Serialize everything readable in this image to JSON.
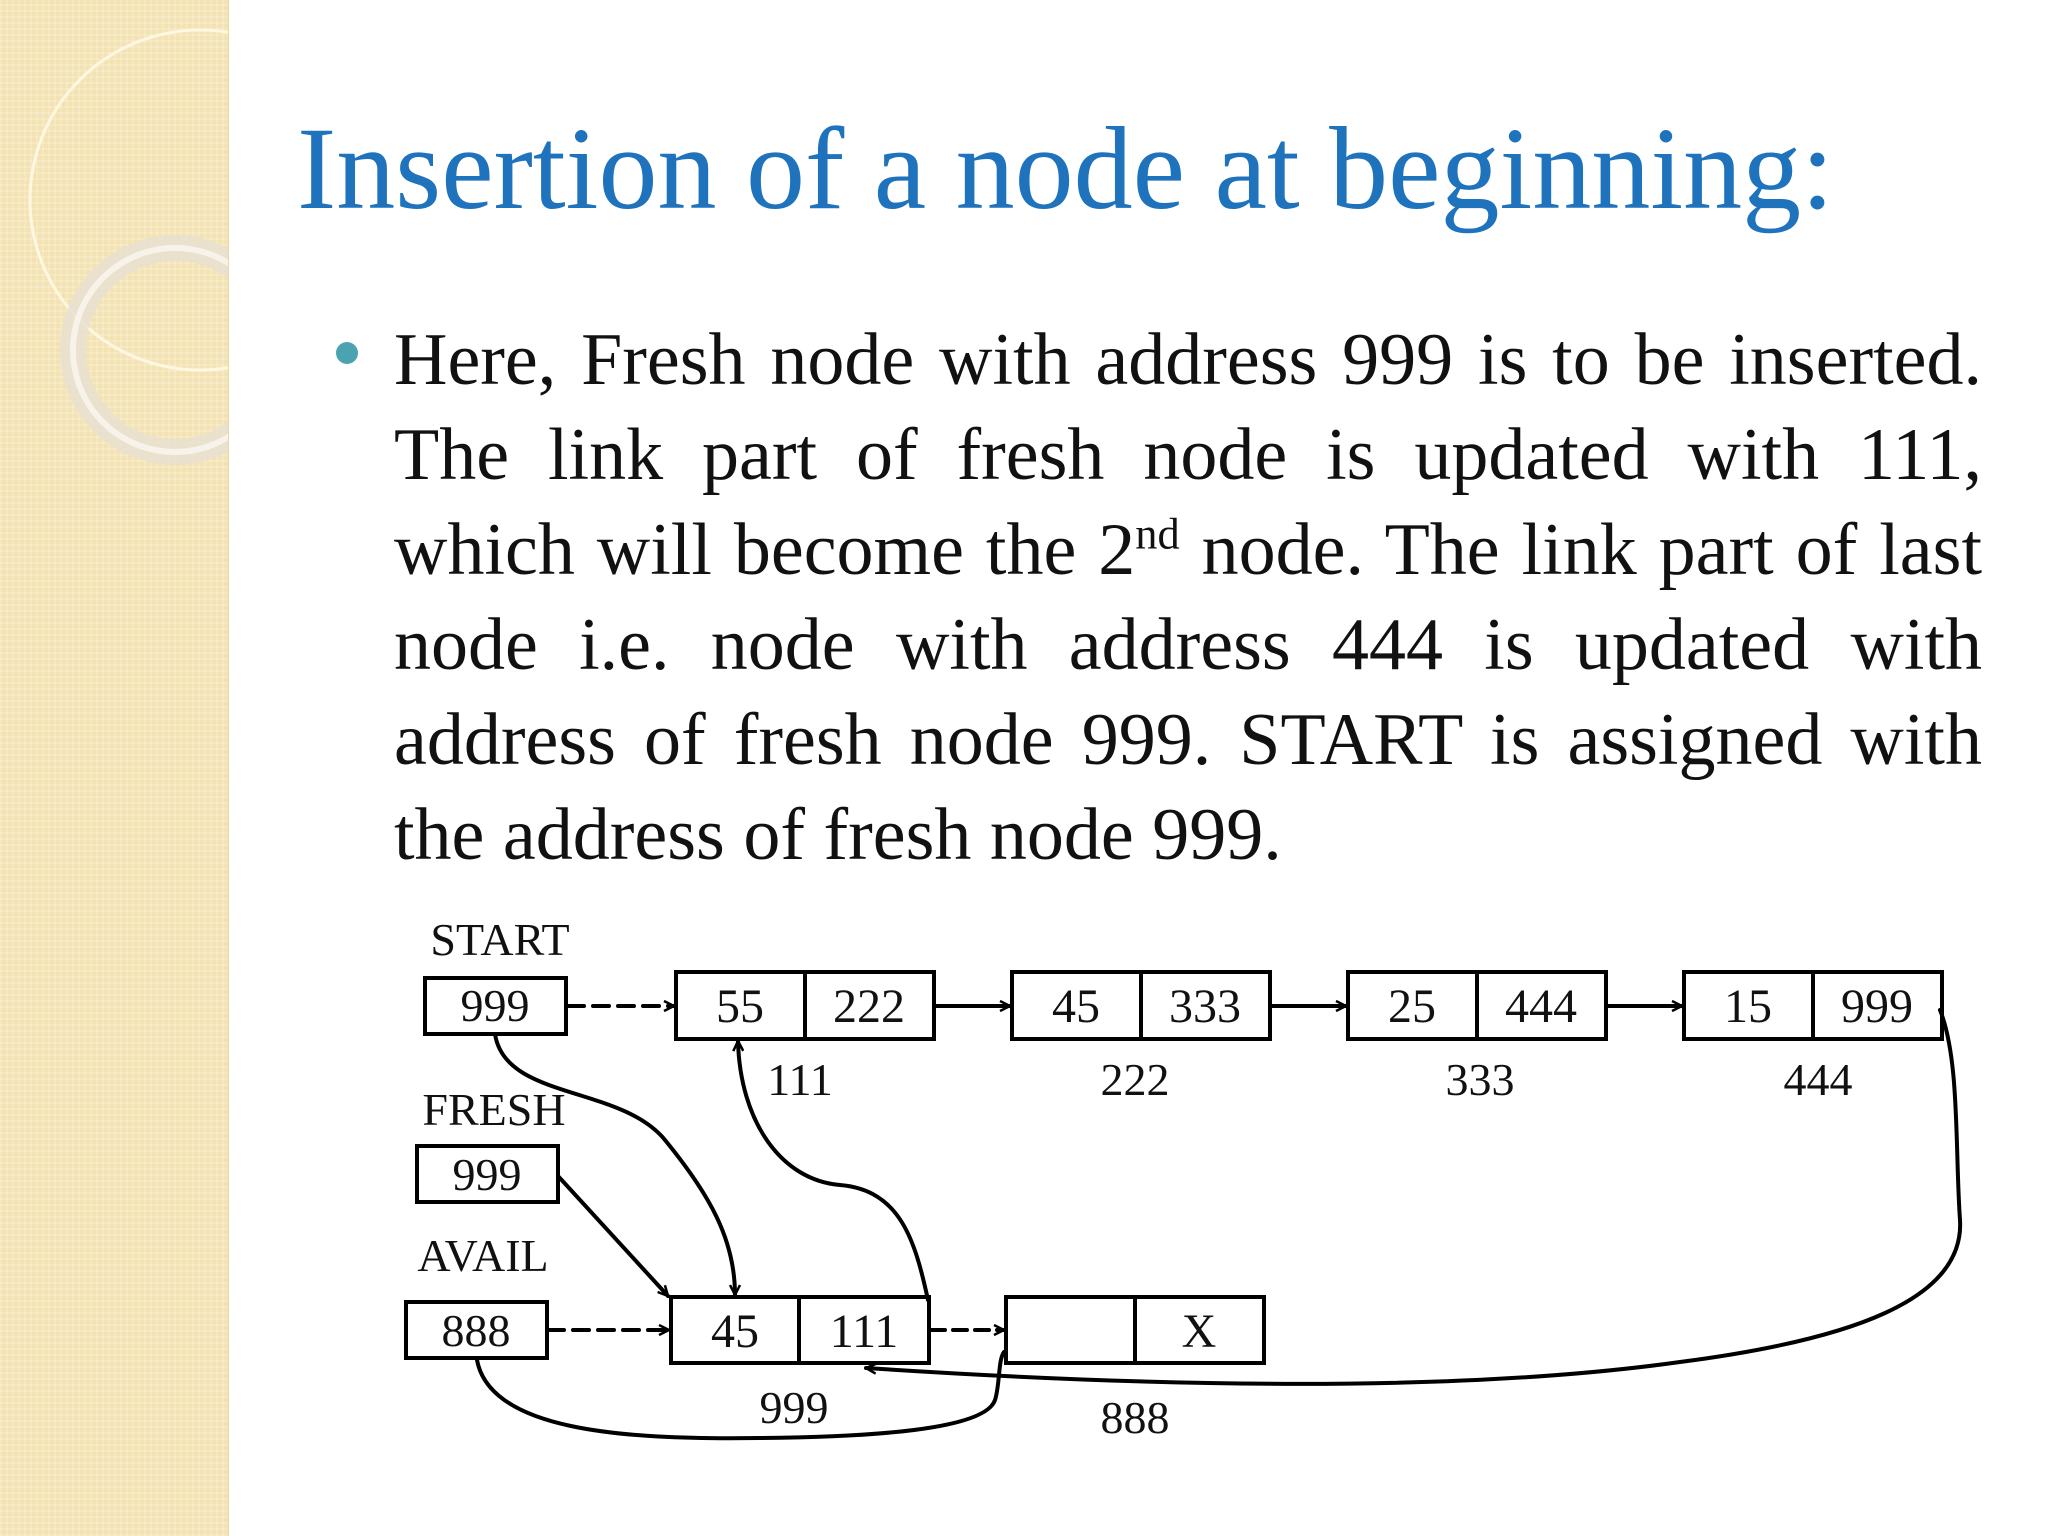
{
  "slide": {
    "title": "Insertion of a node at beginning:",
    "bullet": {
      "part1": "Here, Fresh node with address 999 is to be inserted. The link part of fresh node is updated with 111, which will become the 2",
      "superscript": "nd",
      "part2": " node. The link part of last node i.e. node with address 444 is updated with address of fresh node 999. START is assigned with the address of fresh node 999."
    }
  },
  "diagram": {
    "pointers": {
      "start": {
        "label": "START",
        "value": "999"
      },
      "fresh": {
        "label": "FRESH",
        "value": "999"
      },
      "avail": {
        "label": "AVAIL",
        "value": "888"
      }
    },
    "list_nodes": [
      {
        "data": "55",
        "link": "222",
        "address": "111"
      },
      {
        "data": "45",
        "link": "333",
        "address": "222"
      },
      {
        "data": "25",
        "link": "444",
        "address": "333"
      },
      {
        "data": "15",
        "link": "999",
        "address": "444"
      }
    ],
    "fresh_node": {
      "data": "45",
      "link": "111",
      "address": "999"
    },
    "free_node": {
      "data": "",
      "link": "X",
      "address": "888"
    }
  },
  "colors": {
    "title": "#1f73bd",
    "bullet": "#4ba3b2",
    "sidebar": "#f3e3b3"
  }
}
